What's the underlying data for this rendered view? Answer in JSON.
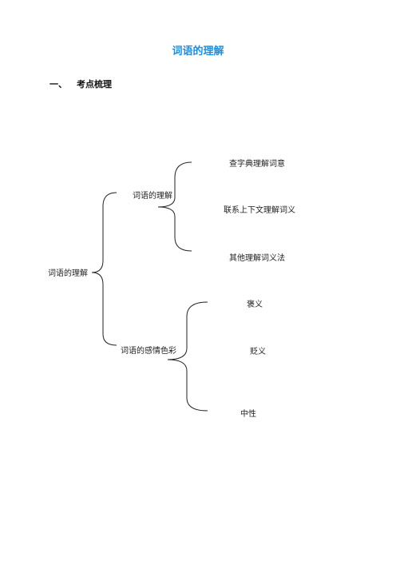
{
  "document": {
    "title": "词语的理解",
    "section": {
      "number": "一、",
      "title": "考点梳理"
    }
  },
  "tree": {
    "root": "词语的理解",
    "branch1": {
      "label": "词语的理解",
      "items": [
        "查字典理解词意",
        "联系上下文理解词义",
        "其他理解词义法"
      ]
    },
    "branch2": {
      "label": "词语的感情色彩",
      "items": [
        "褒义",
        "贬义",
        "中性"
      ]
    }
  }
}
